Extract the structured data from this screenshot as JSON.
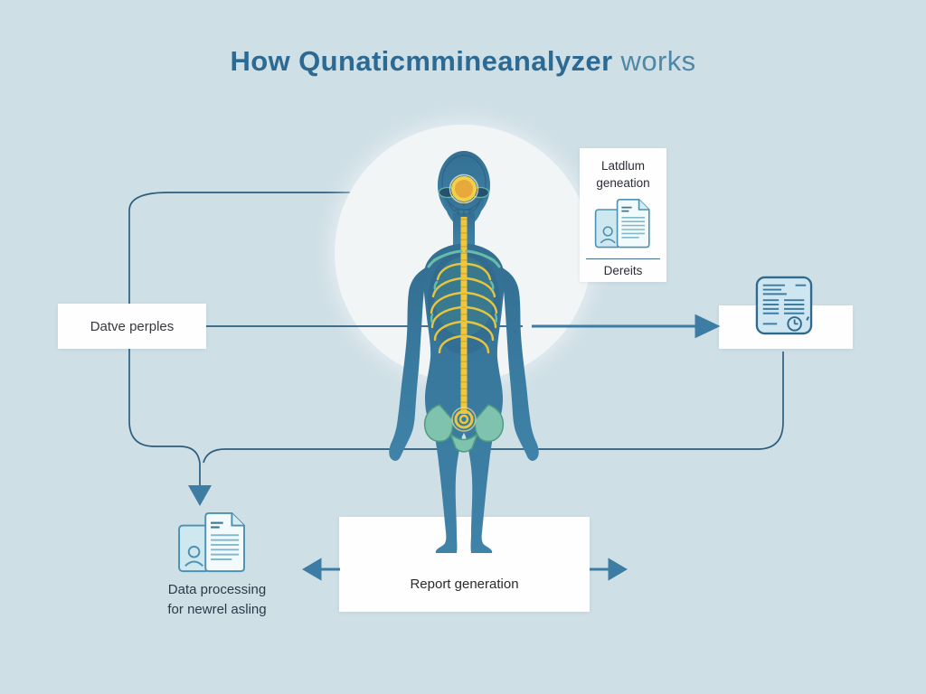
{
  "title": {
    "main": "How Qunaticmmineanalyzer",
    "suffix": "works"
  },
  "boxes": {
    "data_peoples": {
      "label": "Datve perples"
    },
    "label_generation": {
      "title_line1": "Latdlum",
      "title_line2": "geneation",
      "caption": "Dereits",
      "icon": "documents-with-avatar-icon"
    },
    "results_document": {
      "icon": "report-document-clock-icon"
    },
    "data_processing": {
      "caption_line1": "Data processing",
      "caption_line2": "for newrel asling",
      "icon": "documents-with-avatar-icon"
    },
    "report_generation": {
      "label": "Report generation"
    }
  },
  "figure": {
    "icon": "human-anatomy-silhouette"
  },
  "colors": {
    "background": "#cfdfe6",
    "connector_line": "#2d5e7e",
    "arrow": "#3e7da3",
    "title_primary": "#2c6a93",
    "title_secondary": "#4f88a6",
    "body_blue": "#3a7ba0",
    "skeleton_yellow": "#eec73d",
    "orb_orange": "#e8a93c",
    "pelvis_teal": "#7fc2ad",
    "halo": "#f1f5f6",
    "box_white": "#fefefe"
  }
}
